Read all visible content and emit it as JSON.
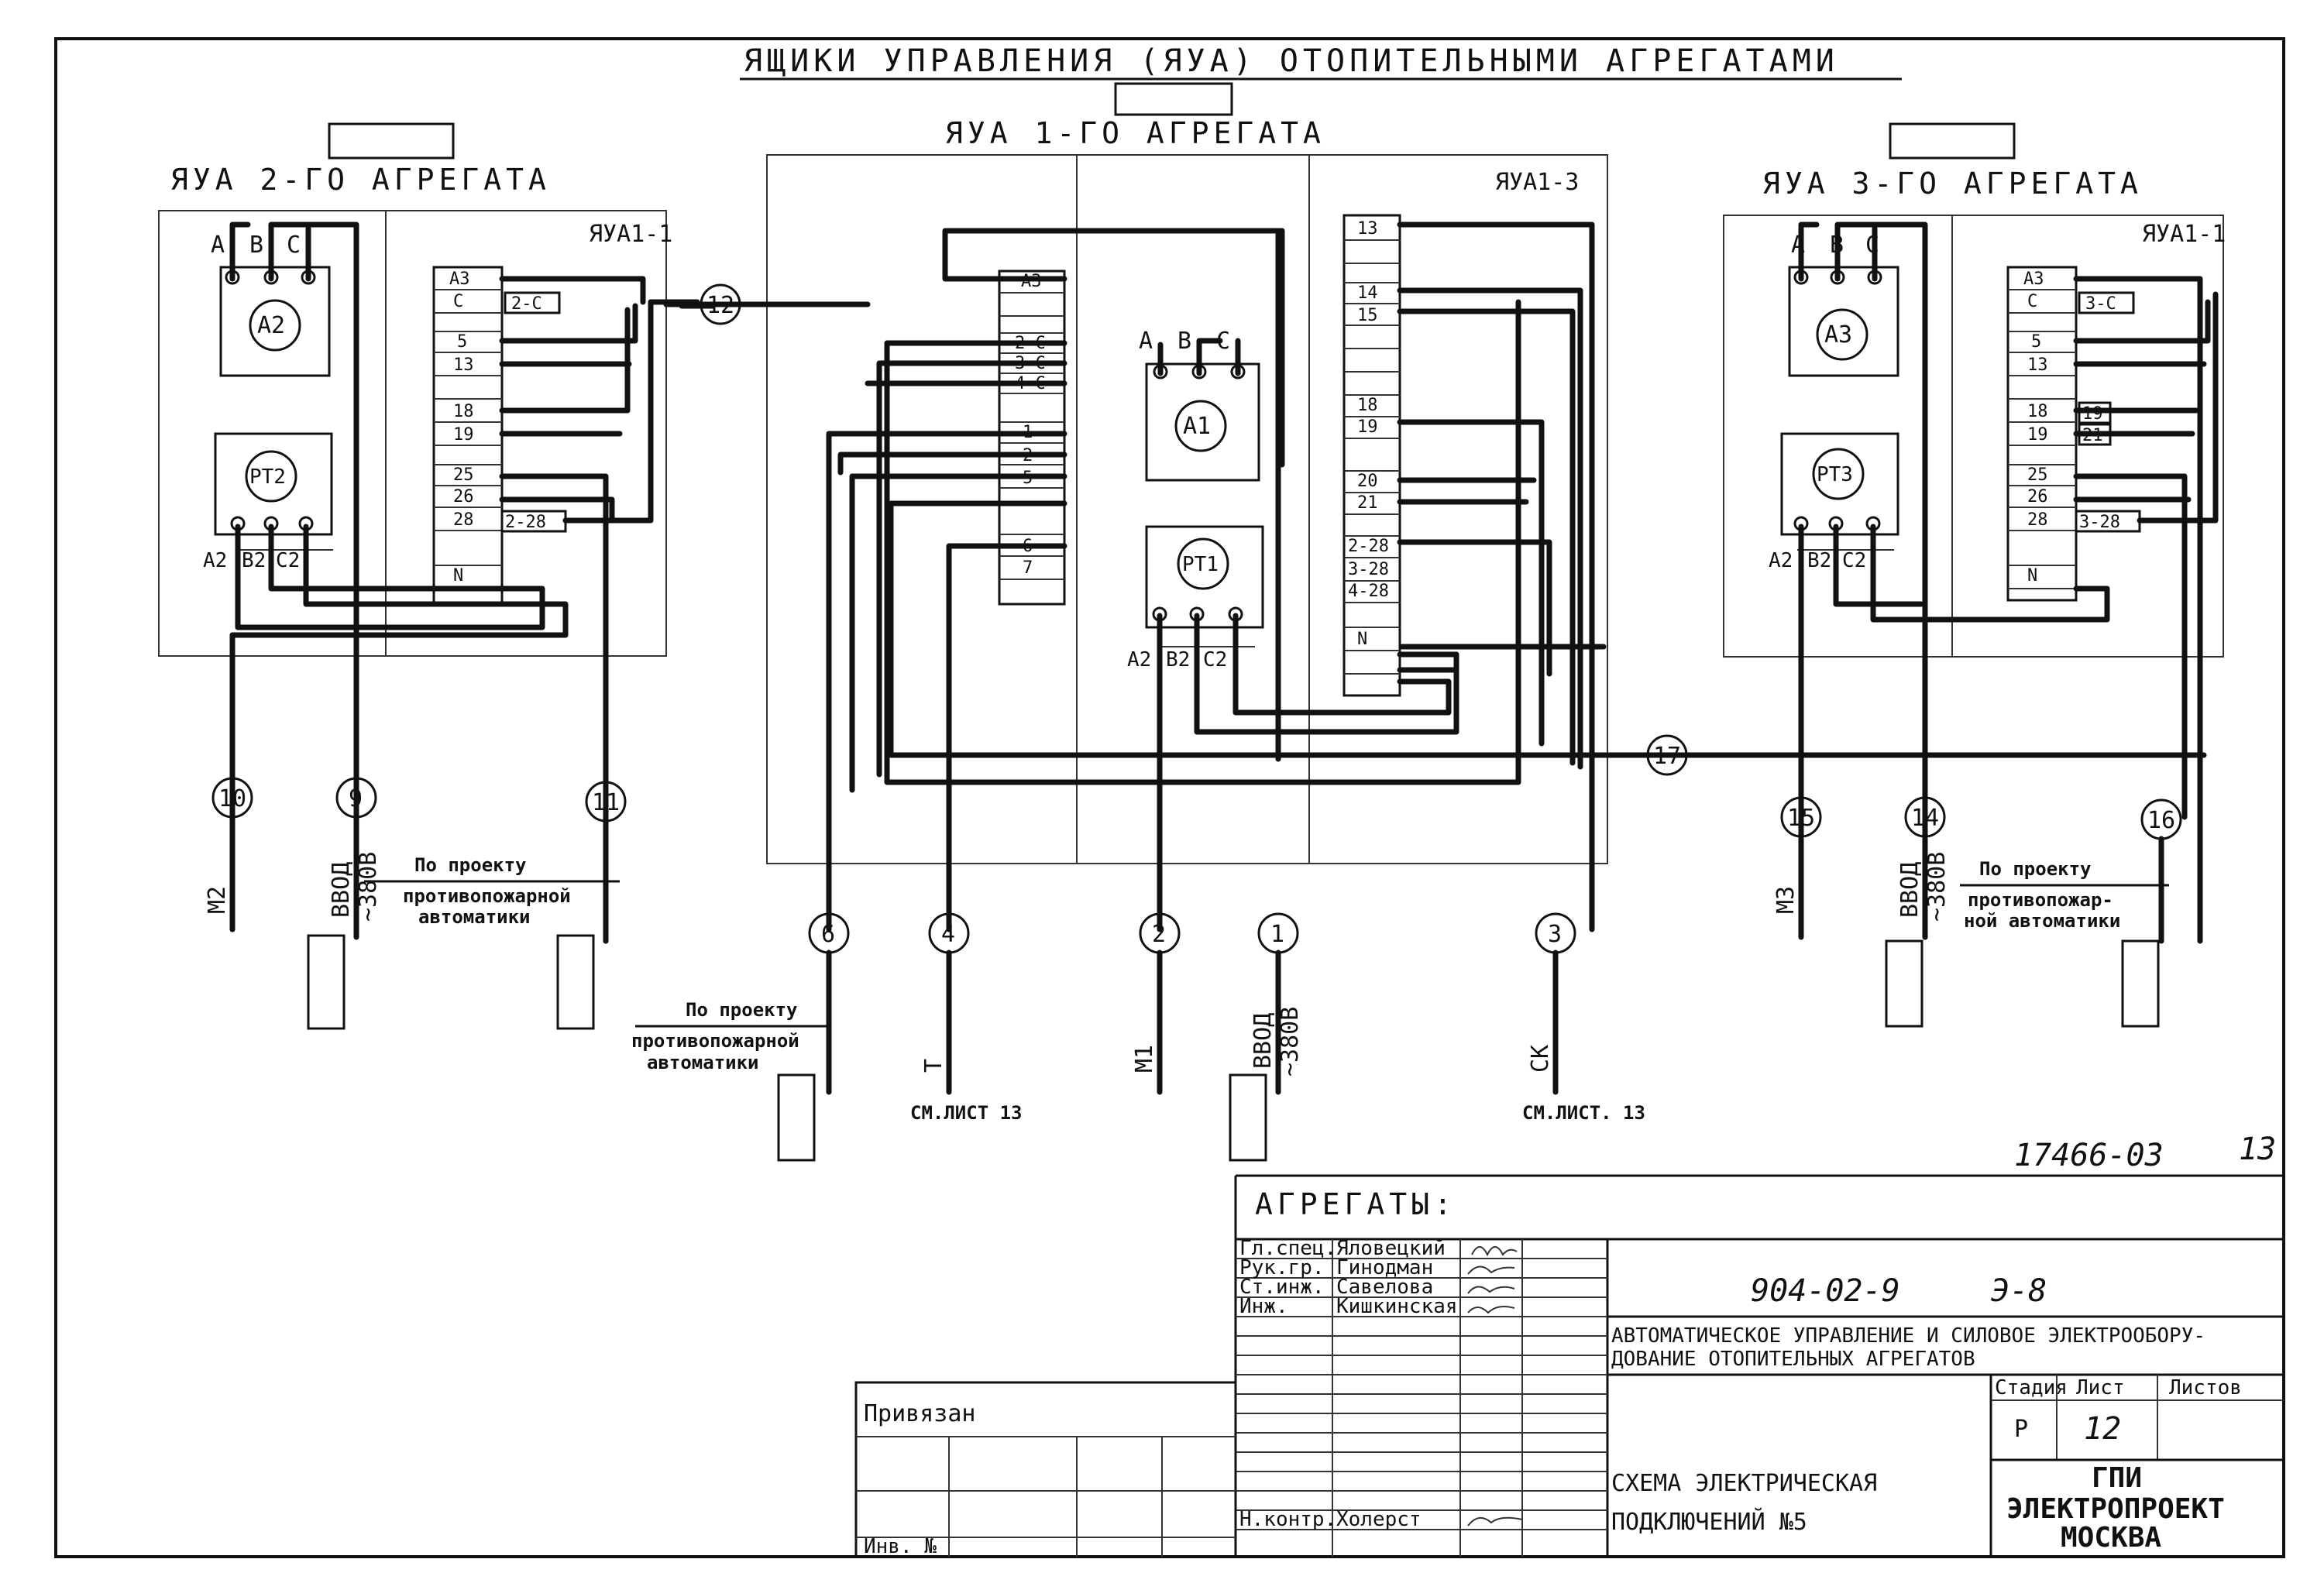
{
  "title": "ЯЩИКИ УПРАВЛЕНИЯ (ЯУА) ОТОПИТЕЛЬНЫМИ АГРЕГАТАМИ",
  "boxes": {
    "unit2": {
      "header": "ЯУА 2-ГО АГРЕГАТА",
      "panel": "ЯУА1-1",
      "meter_phases": [
        "A",
        "B",
        "C"
      ],
      "meter": "А2",
      "relay": "РТ2",
      "relay_terms": [
        "А2",
        "В2",
        "С2"
      ],
      "terminals": [
        "А3",
        "С",
        "5",
        "13",
        "18",
        "19",
        "25",
        "26",
        "28",
        "N"
      ],
      "tag_c": "2-С",
      "tag_28": "2-28"
    },
    "unit1": {
      "header": "ЯУА 1-ГО АГРЕГАТА",
      "panel": "ЯУА1-3",
      "meter_phases": [
        "A",
        "B",
        "C"
      ],
      "meter": "А1",
      "relay": "РТ1",
      "relay_terms": [
        "А2",
        "В2",
        "С2"
      ],
      "terminals_left": [
        "А3",
        "2-С",
        "3-С",
        "4-С",
        "1",
        "2",
        "5",
        "6",
        "7"
      ],
      "terminals_right": [
        "13",
        "14",
        "15",
        "18",
        "19",
        "20",
        "21",
        "2-28",
        "3-28",
        "4-28",
        "N"
      ]
    },
    "unit3": {
      "header": "ЯУА 3-ГО АГРЕГАТА",
      "panel": "ЯУА1-1",
      "meter_phases": [
        "A",
        "B",
        "C"
      ],
      "meter": "А3",
      "relay": "РТ3",
      "relay_terms": [
        "А2",
        "В2",
        "С2"
      ],
      "terminals": [
        "А3",
        "С",
        "5",
        "13",
        "18",
        "19",
        "25",
        "26",
        "28",
        "N"
      ],
      "tag_c": "3-С",
      "tag_19": "19",
      "tag_21": "21",
      "tag_28": "3-28"
    }
  },
  "cables": {
    "c1": "1",
    "c2": "2",
    "c3": "3",
    "c4": "4",
    "c6": "6",
    "c9": "9",
    "c10": "10",
    "c11": "11",
    "c12": "12",
    "c14": "14",
    "c15": "15",
    "c16": "16",
    "c17": "17"
  },
  "labels": {
    "m1": "М1",
    "m2": "М2",
    "m3": "М3",
    "vvod": "ВВОД",
    "v380": "~380В",
    "t": "Т",
    "sk": "СК",
    "see_sheet": "СМ.ЛИСТ 13",
    "see_sheet2": "СМ.ЛИСТ. 13"
  },
  "notes": {
    "proj_a": "По проекту",
    "proj_b": "противопожарной",
    "proj_c": "автоматики",
    "proj_b2": "противопожар-",
    "proj_c2": "ной автоматики"
  },
  "stamp": {
    "doc_no": "17466-03",
    "sheet_top": "13",
    "aggregates": "АГРЕГАТЫ:",
    "code": "904-02-9",
    "code2": "Э-8",
    "roles": [
      "Гл.спец.",
      "Рук.гр.",
      "Ст.инж.",
      "Инж."
    ],
    "names": [
      "Яловецкий",
      "Гинодман",
      "Савелова",
      "Кишкинская"
    ],
    "nkontr": "Н.контр.",
    "nkontr_name": "Холерст",
    "desc1": "АВТОМАТИЧЕСКОЕ УПРАВЛЕНИЕ И СИЛОВОЕ ЭЛЕКТРООБОРУ-",
    "desc2": "ДОВАНИЕ ОТОПИТЕЛЬНЫХ АГРЕГАТОВ",
    "stage_h": "Стадия",
    "sheet_h": "Лист",
    "sheets_h": "Листов",
    "stage": "Р",
    "sheet": "12",
    "scheme1": "СХЕМА ЭЛЕКТРИЧЕСКАЯ",
    "scheme2": "ПОДКЛЮЧЕНИЙ №5",
    "org1": "ГПИ",
    "org2": "ЭЛЕКТРОПРОЕКТ",
    "org3": "МОСКВА",
    "privyazan": "Привязан",
    "inv": "Инв. №"
  }
}
